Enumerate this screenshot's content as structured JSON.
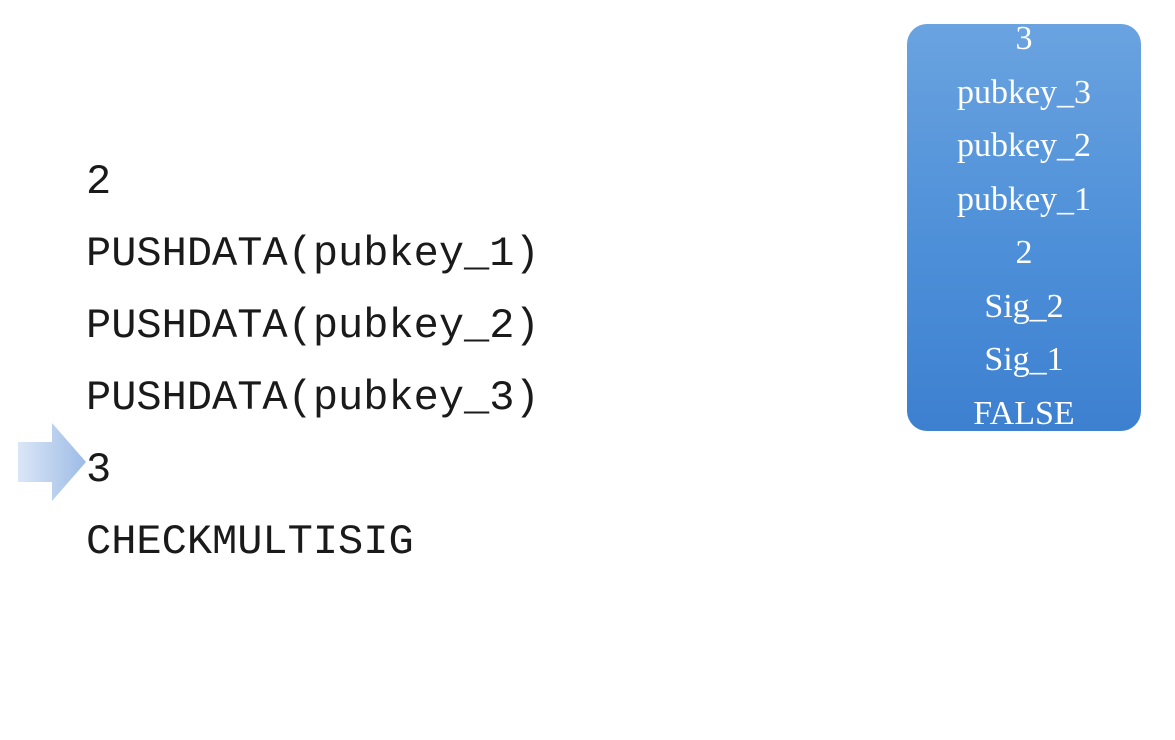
{
  "title_fragment": [
    "",
    "",
    ""
  ],
  "script": {
    "lines": [
      "2",
      "PUSHDATA(pubkey_1)",
      "PUSHDATA(pubkey_2)",
      "PUSHDATA(pubkey_3)",
      "3",
      "CHECKMULTISIG"
    ],
    "current_line_index": 4
  },
  "stack": {
    "items": [
      "3",
      "pubkey_3",
      "pubkey_2",
      "pubkey_1",
      "2",
      "Sig_2",
      "Sig_1",
      "FALSE"
    ]
  },
  "colors": {
    "stack_top": "#6aa3e0",
    "stack_bottom": "#3d80d0",
    "arrow_light": "#dbe7f6",
    "arrow_dark": "#9dbbe6",
    "text": "#1a1a1a"
  },
  "icons": {
    "pointer": "right-arrow-icon"
  }
}
